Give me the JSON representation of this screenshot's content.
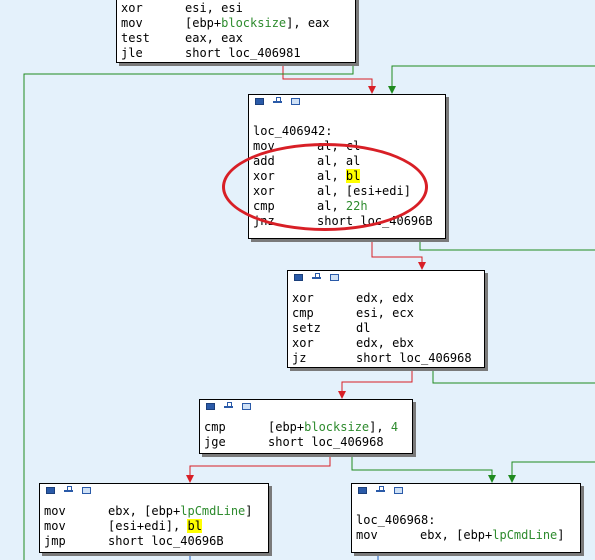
{
  "nodes": {
    "top": {
      "lines": [
        {
          "m": "xor",
          "o": [
            {
              "t": "esi, esi"
            }
          ]
        },
        {
          "m": "mov",
          "o": [
            {
              "t": "[ebp+"
            },
            {
              "t": "blocksize",
              "c": "sym"
            },
            {
              "t": "], eax"
            }
          ]
        },
        {
          "m": "test",
          "o": [
            {
              "t": "eax, eax"
            }
          ]
        },
        {
          "m": "jle",
          "o": [
            {
              "t": "short loc_406981"
            }
          ]
        }
      ]
    },
    "loop": {
      "lines": [
        {
          "m": "",
          "o": []
        },
        {
          "m": "loc_406942:",
          "o": [],
          "label": true
        },
        {
          "m": "mov",
          "o": [
            {
              "t": "al, cl"
            }
          ]
        },
        {
          "m": "add",
          "o": [
            {
              "t": "al, al"
            }
          ]
        },
        {
          "m": "xor",
          "o": [
            {
              "t": "al, "
            },
            {
              "t": "bl",
              "c": "hl"
            }
          ]
        },
        {
          "m": "xor",
          "o": [
            {
              "t": "al, [esi+edi]"
            }
          ]
        },
        {
          "m": "cmp",
          "o": [
            {
              "t": "al, "
            },
            {
              "t": "22h",
              "c": "num"
            }
          ]
        },
        {
          "m": "jnz",
          "o": [
            {
              "t": "short loc_40696B"
            }
          ]
        }
      ]
    },
    "cmp1": {
      "lines": [
        {
          "m": "xor",
          "o": [
            {
              "t": "edx, edx"
            }
          ]
        },
        {
          "m": "cmp",
          "o": [
            {
              "t": "esi, ecx"
            }
          ]
        },
        {
          "m": "setz",
          "o": [
            {
              "t": "dl"
            }
          ]
        },
        {
          "m": "xor",
          "o": [
            {
              "t": "edx, ebx"
            }
          ]
        },
        {
          "m": "jz",
          "o": [
            {
              "t": "short loc_406968"
            }
          ]
        }
      ]
    },
    "cmp2": {
      "lines": [
        {
          "m": "cmp",
          "o": [
            {
              "t": "[ebp+"
            },
            {
              "t": "blocksize",
              "c": "sym"
            },
            {
              "t": "], "
            },
            {
              "t": "4",
              "c": "num"
            }
          ]
        },
        {
          "m": "jge",
          "o": [
            {
              "t": "short loc_406968"
            }
          ]
        }
      ]
    },
    "left": {
      "lines": [
        {
          "m": "mov",
          "o": [
            {
              "t": "ebx, [ebp+"
            },
            {
              "t": "lpCmdLine",
              "c": "sym"
            },
            {
              "t": "]"
            }
          ]
        },
        {
          "m": "mov",
          "o": [
            {
              "t": "[esi+edi], "
            },
            {
              "t": "bl",
              "c": "hl"
            }
          ]
        },
        {
          "m": "jmp",
          "o": [
            {
              "t": "short loc_40696B"
            }
          ]
        }
      ]
    },
    "right": {
      "lines": [
        {
          "m": "",
          "o": []
        },
        {
          "m": "loc_406968:",
          "o": [],
          "label": true
        },
        {
          "m": "mov",
          "o": [
            {
              "t": "ebx, [ebp+"
            },
            {
              "t": "lpCmdLine",
              "c": "sym"
            },
            {
              "t": "]"
            }
          ]
        }
      ]
    }
  },
  "colors": {
    "background": "#e4f1fb",
    "edge_false": "#d81f26",
    "edge_true": "#1f8a1f",
    "edge_jump": "#1f8a1f",
    "highlight": "#ffff00",
    "annotation": "#d81f26"
  },
  "header_icons": [
    "graph-overview-icon",
    "graph-zoom-icon",
    "graph-text-icon"
  ]
}
